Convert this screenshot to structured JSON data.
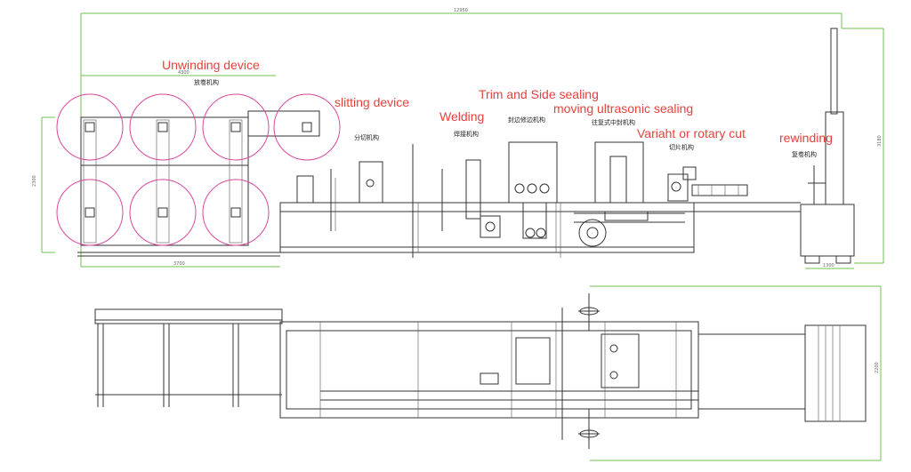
{
  "labels": {
    "unwinding": "Unwinding device",
    "slitting": "slitting device",
    "welding": "Welding",
    "trim": "Trim and Side sealing",
    "moving": "moving ultrasonic sealing",
    "variaht": "Variaht or rotary cut",
    "rewinding": "rewinding"
  },
  "chinese_labels": {
    "unwinding": "放卷机构",
    "slitting": "分切机构",
    "welding": "焊接机构",
    "trim": "封边修边机构",
    "moving": "往复式中封机构",
    "cut": "切片机构",
    "rewinding": "复卷机构"
  },
  "dimensions": {
    "overall": "12950",
    "unwind_width": "4300",
    "unwind_base": "3700",
    "height_left": "2300",
    "height_right": "3180",
    "width_top_right": "1300",
    "width_bottom_right": "2200"
  },
  "colors": {
    "label": "#e8413c",
    "dimension_line": "#6fbf4f",
    "roll_circle": "#d9479b",
    "drawing_line": "#333333"
  }
}
